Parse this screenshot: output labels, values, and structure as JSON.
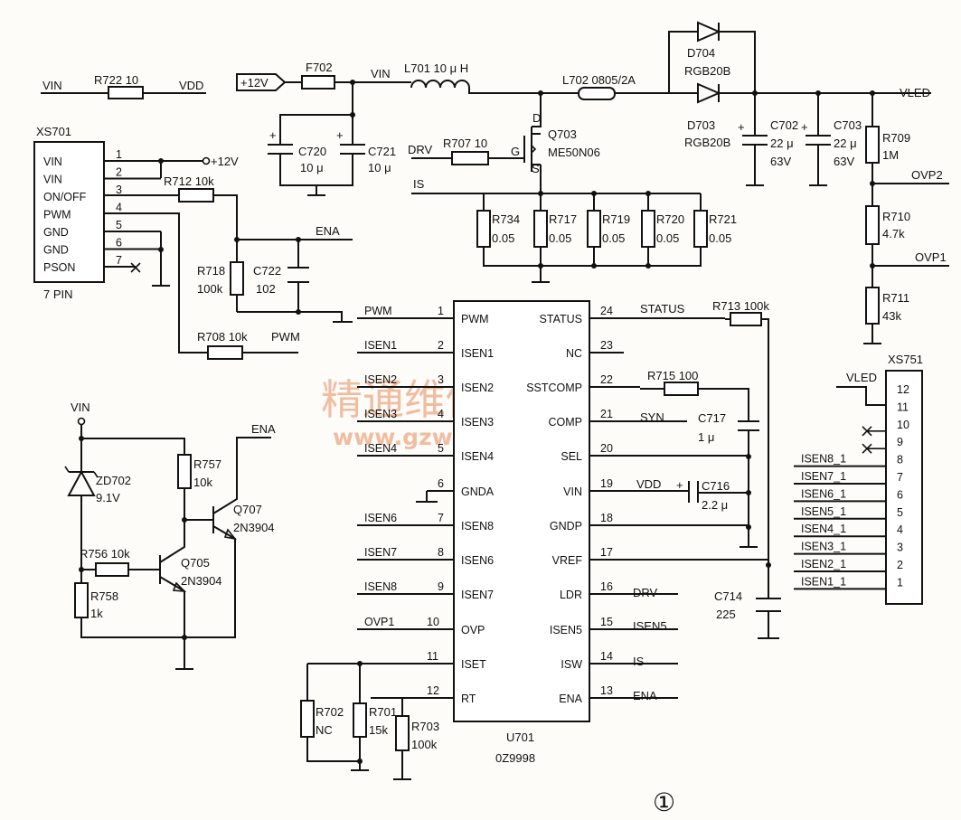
{
  "labels": {
    "vin_top": "VIN",
    "r722": "R722 10",
    "vdd_top": "VDD",
    "plus12_in": "+12V",
    "f702": "F702",
    "vin_mid": "VIN",
    "l701": "L701 10 μ H",
    "l702": "L702 0805/2A",
    "d704": "D704",
    "d704_part": "RGB20B",
    "d703": "D703",
    "d703_part": "RGB20B",
    "vled_out": "VLED",
    "c720": "C720",
    "c720_val": "10 μ",
    "c721": "C721",
    "c721_val": "10 μ",
    "drv_in": "DRV",
    "r707": "R707 10",
    "g_pin": "G",
    "d_pin": "D",
    "s_pin": "S",
    "q703": "Q703",
    "q703_part": "ME50N06",
    "c702": "C702",
    "c702_val": "22 μ",
    "c702_v": "63V",
    "c703": "C703",
    "c703_val": "22 μ",
    "c703_v": "63V",
    "r709": "R709",
    "r709_val": "1M",
    "ovp2": "OVP2",
    "r710": "R710",
    "r710_val": "4.7k",
    "ovp1_out": "OVP1",
    "r711": "R711",
    "r711_val": "43k",
    "is_net": "IS",
    "r734": "R734",
    "r734_val": "0.05",
    "r717": "R717",
    "r717_val": "0.05",
    "r719": "R719",
    "r719_val": "0.05",
    "r720": "R720",
    "r720_val": "0.05",
    "r721": "R721",
    "r721_val": "0.05",
    "xs701": "XS701",
    "xs701_pins": "7 PIN",
    "r712": "R712 10k",
    "ena_net": "ENA",
    "r718": "R718",
    "r718_val": "100k",
    "c722": "C722",
    "c722_val": "102",
    "r708": "R708 10k",
    "pwm_net": "PWM",
    "plus12_conn": "+12V",
    "vin_bottom": "VIN",
    "zd702": "ZD702",
    "zd702_val": "9.1V",
    "r757": "R757",
    "r757_val": "10k",
    "q707": "Q707",
    "q707_part": "2N3904",
    "ena_q": "ENA",
    "r756": "R756 10k",
    "q705": "Q705",
    "q705_part": "2N3904",
    "r758": "R758",
    "r758_val": "1k",
    "r702": "R702",
    "r702_val": "NC",
    "r701": "R701",
    "r701_val": "15k",
    "r703": "R703",
    "r703_val": "100k",
    "u701": "U701",
    "u701_part": "0Z9998",
    "status_net": "STATUS",
    "r713": "R713 100k",
    "r715": "R715 100",
    "syn_net": "SYN",
    "c717": "C717",
    "c717_val": "1 μ",
    "vdd_net": "VDD",
    "c716": "C716",
    "c716_val": "2.2 μ",
    "c714": "C714",
    "c714_val": "225",
    "drv_net": "DRV",
    "isen5_net": "ISEN5",
    "is_pin_net": "IS",
    "ena_pin_net": "ENA",
    "xs751": "XS751",
    "vled_conn": "VLED",
    "ovp1_in": "OVP1",
    "figure_mark": "①",
    "watermark_cn": "精通维修下载",
    "watermark_url": "www.gzweix.com"
  },
  "xs701_rows": [
    {
      "name": "VIN",
      "num": "1"
    },
    {
      "name": "VIN",
      "num": "2"
    },
    {
      "name": "ON/OFF",
      "num": "3"
    },
    {
      "name": "PWM",
      "num": "4"
    },
    {
      "name": "GND",
      "num": "5"
    },
    {
      "name": "GND",
      "num": "6"
    },
    {
      "name": "PSON",
      "num": "7"
    }
  ],
  "ic_left": [
    {
      "num": "1",
      "pin": "PWM",
      "net": "PWM"
    },
    {
      "num": "2",
      "pin": "ISEN1",
      "net": "ISEN1"
    },
    {
      "num": "3",
      "pin": "ISEN2",
      "net": "ISEN2"
    },
    {
      "num": "4",
      "pin": "ISEN3",
      "net": "ISEN3"
    },
    {
      "num": "5",
      "pin": "ISEN4",
      "net": "ISEN4"
    },
    {
      "num": "6",
      "pin": "GNDA",
      "net": ""
    },
    {
      "num": "7",
      "pin": "ISEN8",
      "net": "ISEN6"
    },
    {
      "num": "8",
      "pin": "ISEN6",
      "net": "ISEN7"
    },
    {
      "num": "9",
      "pin": "ISEN7",
      "net": "ISEN8"
    },
    {
      "num": "10",
      "pin": "OVP",
      "net": "OVP1"
    },
    {
      "num": "11",
      "pin": "ISET",
      "net": ""
    },
    {
      "num": "12",
      "pin": "RT",
      "net": ""
    }
  ],
  "ic_right": [
    {
      "num": "24",
      "pin": "STATUS"
    },
    {
      "num": "23",
      "pin": "NC"
    },
    {
      "num": "22",
      "pin": "SSTCOMP"
    },
    {
      "num": "21",
      "pin": "COMP"
    },
    {
      "num": "20",
      "pin": "SEL"
    },
    {
      "num": "19",
      "pin": "VIN"
    },
    {
      "num": "18",
      "pin": "GNDP"
    },
    {
      "num": "17",
      "pin": "VREF"
    },
    {
      "num": "16",
      "pin": "LDR"
    },
    {
      "num": "15",
      "pin": "ISEN5"
    },
    {
      "num": "14",
      "pin": "ISW"
    },
    {
      "num": "13",
      "pin": "ENA"
    }
  ],
  "xs751_rows": [
    {
      "num": "12",
      "net": ""
    },
    {
      "num": "11",
      "net": ""
    },
    {
      "num": "10",
      "net": ""
    },
    {
      "num": "9",
      "net": ""
    },
    {
      "num": "8",
      "net": "ISEN8_1"
    },
    {
      "num": "7",
      "net": "ISEN7_1"
    },
    {
      "num": "6",
      "net": "ISEN6_1"
    },
    {
      "num": "5",
      "net": "ISEN5_1"
    },
    {
      "num": "4",
      "net": "ISEN4_1"
    },
    {
      "num": "3",
      "net": "ISEN3_1"
    },
    {
      "num": "2",
      "net": "ISEN2_1"
    },
    {
      "num": "1",
      "net": "ISEN1_1"
    }
  ]
}
